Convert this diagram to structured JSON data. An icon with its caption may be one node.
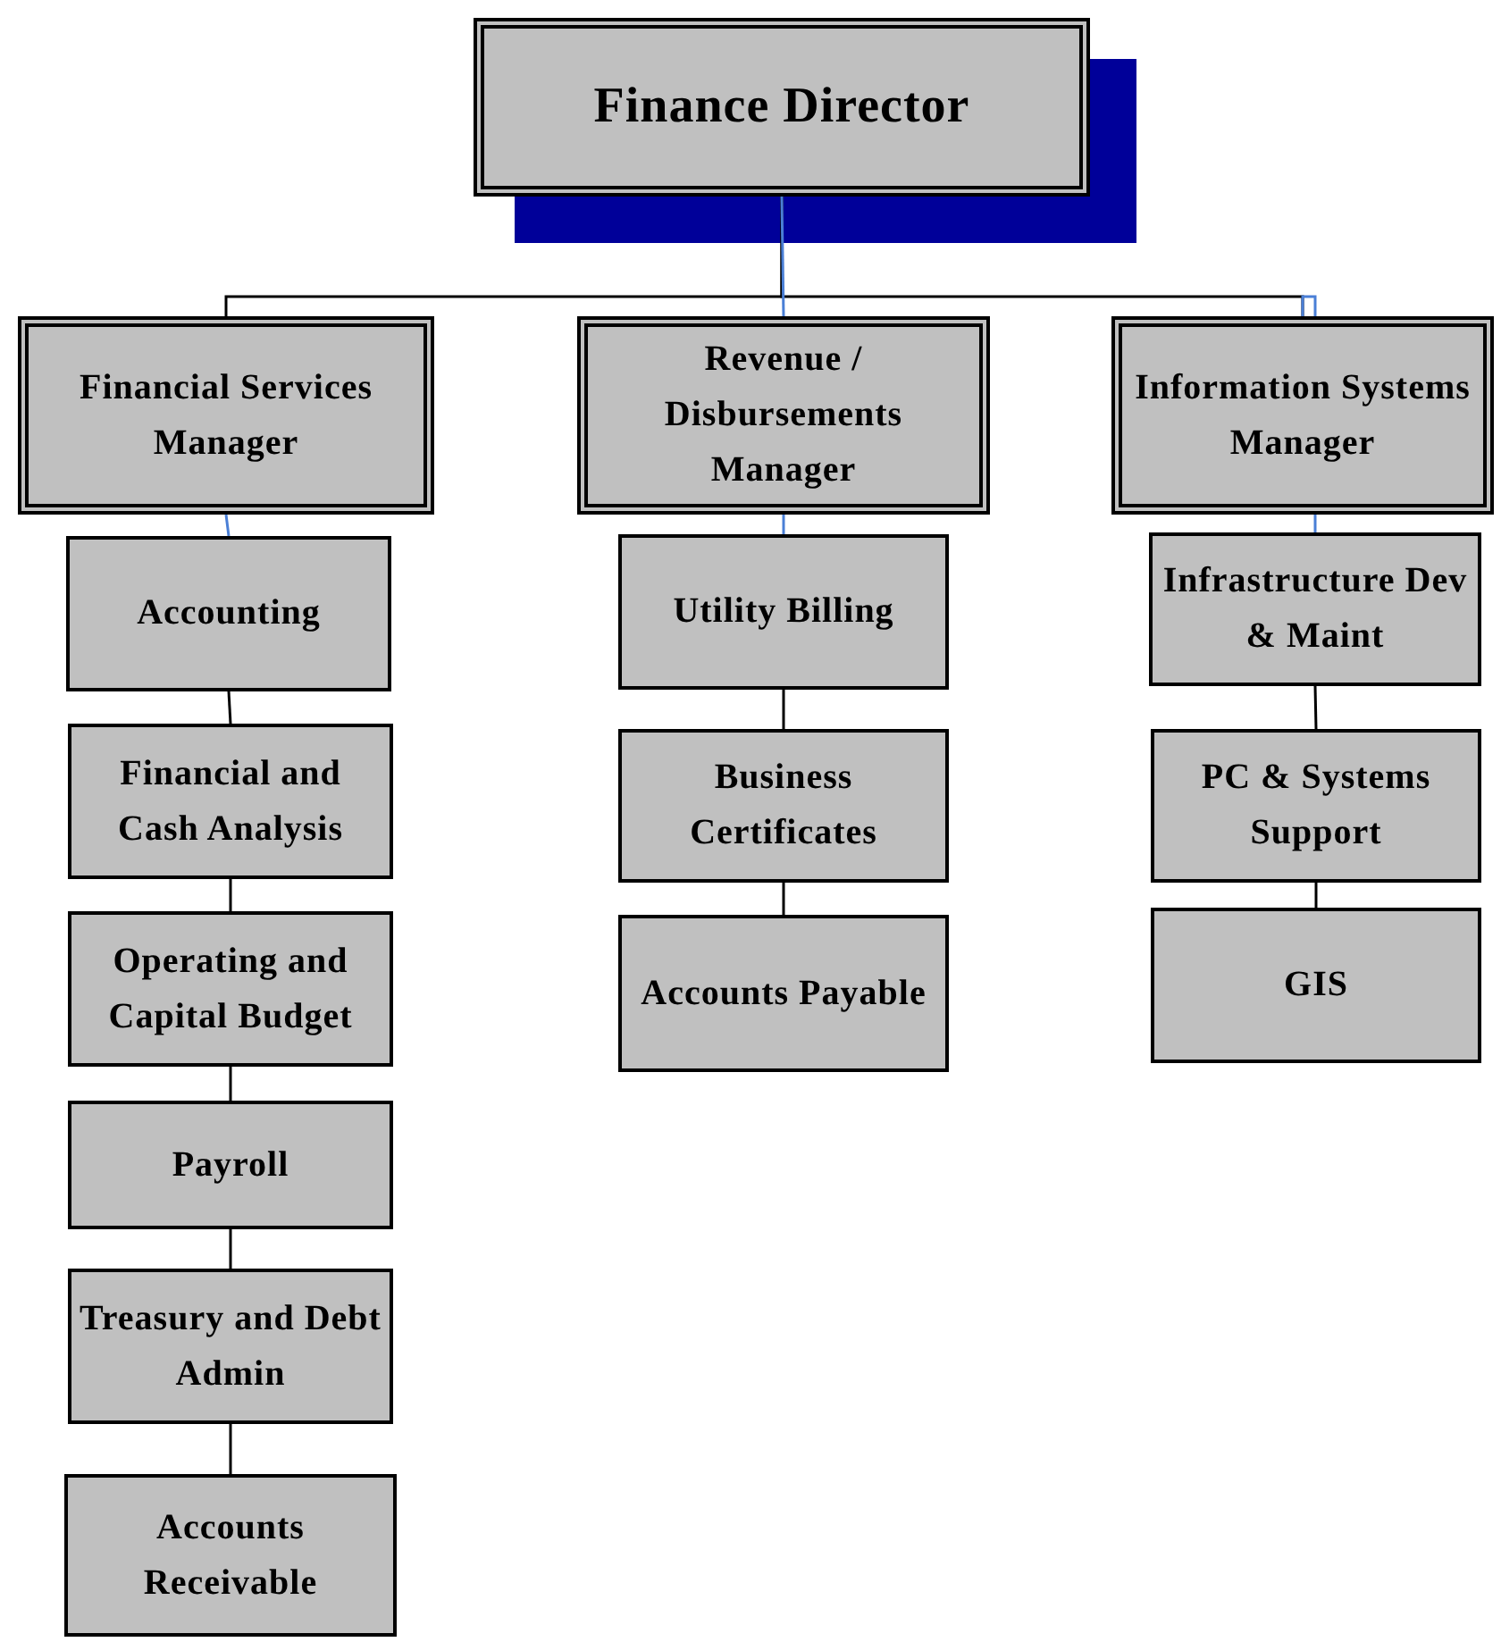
{
  "diagram": {
    "nodes": [
      {
        "text": [
          "Finance Director"
        ]
      },
      {
        "text": [
          "Financial Services Manager"
        ]
      },
      {
        "text": [
          "Revenue / Disbursements Manager"
        ]
      },
      {
        "text": [
          "Information Systems Manager"
        ]
      },
      {
        "text": [
          "Accounting"
        ]
      },
      {
        "text": [
          "Financial and Cash Analysis"
        ]
      },
      {
        "text": [
          "Operating and Capital Budget"
        ]
      },
      {
        "text": [
          "Payroll"
        ]
      },
      {
        "text": [
          "Treasury and Debt Admin"
        ]
      },
      {
        "text": [
          "Accounts Receivable"
        ]
      },
      {
        "text": [
          "Utility Billing"
        ]
      },
      {
        "text": [
          "Business Certificates"
        ]
      },
      {
        "text": [
          "Accounts Payable"
        ]
      },
      {
        "text": [
          "Infrastructure Dev & Maint"
        ]
      },
      {
        "text": [
          "PC & Systems Support"
        ]
      },
      {
        "text": [
          "GIS"
        ]
      }
    ],
    "edges": [
      {
        "from": 0,
        "to": 1,
        "arrow": "none"
      },
      {
        "from": 0,
        "to": 3,
        "arrow": "none"
      },
      {
        "from": 0,
        "to": 2,
        "arrow": "none",
        "color": "#4a7fd6"
      },
      {
        "from": 1,
        "to": 4,
        "arrow": "none",
        "color": "#4a7fd6"
      },
      {
        "from": 4,
        "to": 5,
        "arrow": "none"
      },
      {
        "from": 5,
        "to": 6,
        "arrow": "none"
      },
      {
        "from": 6,
        "to": 7,
        "arrow": "none"
      },
      {
        "from": 7,
        "to": 8,
        "arrow": "none"
      },
      {
        "from": 8,
        "to": 9,
        "arrow": "none"
      },
      {
        "from": 2,
        "to": 10,
        "arrow": "none",
        "color": "#4a7fd6"
      },
      {
        "from": 10,
        "to": 11,
        "arrow": "none"
      },
      {
        "from": 11,
        "to": 12,
        "arrow": "none"
      },
      {
        "from": 3,
        "to": 13,
        "arrow": "none",
        "color": "#4a7fd6"
      },
      {
        "from": 13,
        "to": 14,
        "arrow": "none"
      },
      {
        "from": 14,
        "to": 15,
        "arrow": "none"
      }
    ]
  }
}
